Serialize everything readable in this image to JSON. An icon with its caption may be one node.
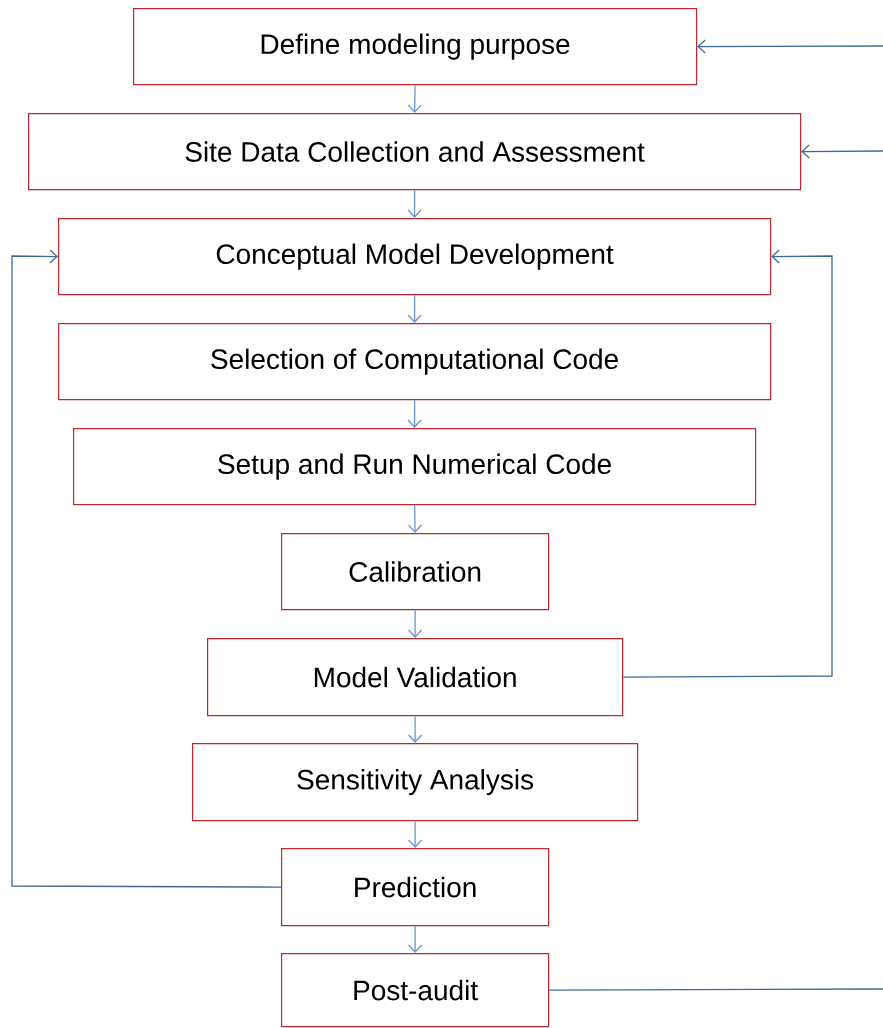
{
  "diagram": {
    "nodes": [
      {
        "text": [
          "Define modeling purpose"
        ]
      },
      {
        "text": [
          "Site Data Collection and Assessment"
        ]
      },
      {
        "text": [
          "Conceptual Model Development"
        ]
      },
      {
        "text": [
          "Selection of Computational Code"
        ]
      },
      {
        "text": [
          "Setup and Run Numerical Code"
        ]
      },
      {
        "text": [
          "Calibration"
        ]
      },
      {
        "text": [
          "Model Validation"
        ]
      },
      {
        "text": [
          "Sensitivity Analysis"
        ]
      },
      {
        "text": [
          "Prediction"
        ]
      },
      {
        "text": [
          "Post-audit"
        ]
      }
    ],
    "edges": [
      {
        "from": 0,
        "to": 1,
        "arrow": "to"
      },
      {
        "from": 1,
        "to": 2,
        "arrow": "to"
      },
      {
        "from": 2,
        "to": 3,
        "arrow": "to"
      },
      {
        "from": 3,
        "to": 4,
        "arrow": "to"
      },
      {
        "from": 4,
        "to": 5,
        "arrow": "to"
      },
      {
        "from": 5,
        "to": 6,
        "arrow": "to"
      },
      {
        "from": 6,
        "to": 7,
        "arrow": "to"
      },
      {
        "from": 7,
        "to": 8,
        "arrow": "to"
      },
      {
        "from": 8,
        "to": 9,
        "arrow": "to"
      },
      {
        "from": 6,
        "to": 2,
        "arrow": "to",
        "color": "#3d6a99"
      },
      {
        "from": 8,
        "to": 2,
        "arrow": "to",
        "color": "#3d6a99"
      },
      {
        "from": 9,
        "to": null,
        "arrow": "none",
        "color": "#3d6a99"
      },
      {
        "from": null,
        "to": 0,
        "arrow": "to",
        "color": "#3d6a99"
      },
      {
        "from": null,
        "to": 1,
        "arrow": "to",
        "color": "#3d6a99"
      }
    ]
  }
}
